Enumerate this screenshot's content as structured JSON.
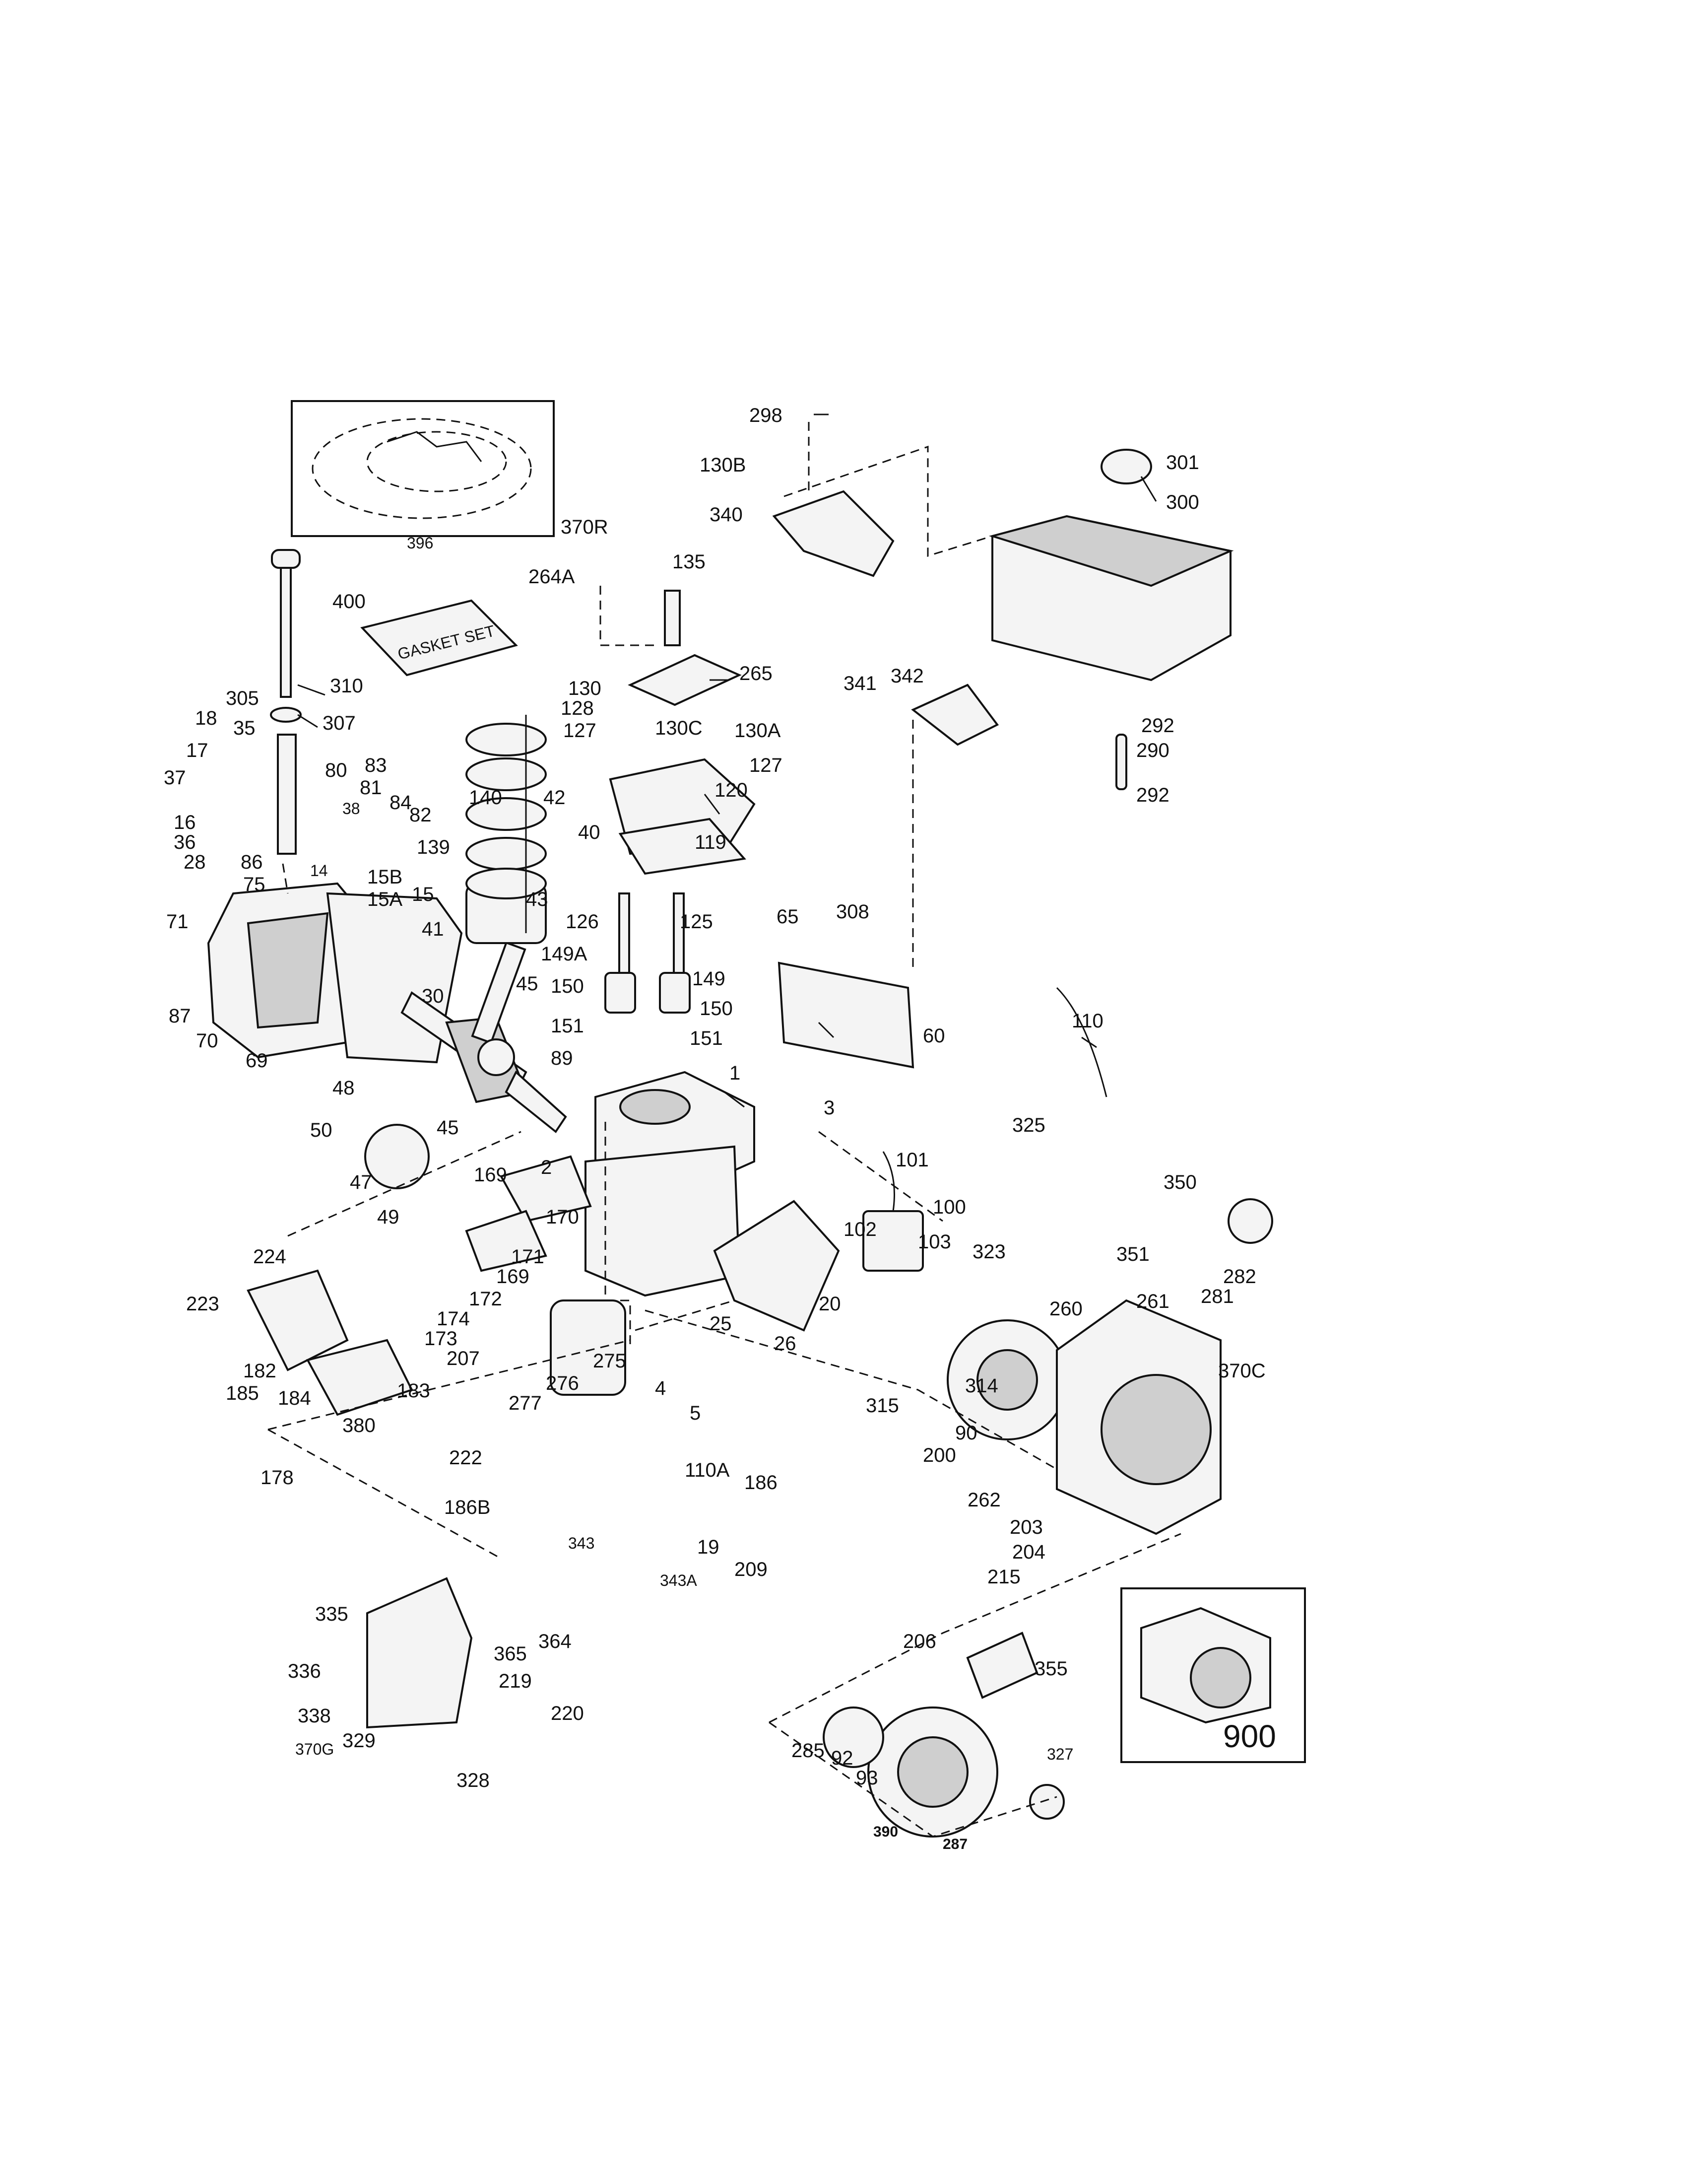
{
  "gasket_set_text": "GASKET SET",
  "labels": {
    "l1": "1",
    "l2": "2",
    "l3": "3",
    "l4": "4",
    "l5": "5",
    "l14": "14",
    "l15": "15",
    "l15A": "15A",
    "l15B": "15B",
    "l16": "16",
    "l17": "17",
    "l18": "18",
    "l19": "19",
    "l20": "20",
    "l25": "25",
    "l26": "26",
    "l28": "28",
    "l30": "30",
    "l35": "35",
    "l36": "36",
    "l37": "37",
    "l38": "38",
    "l40": "40",
    "l41": "41",
    "l42": "42",
    "l43": "43",
    "l45a": "45",
    "l45b": "45",
    "l47": "47",
    "l48": "48",
    "l49": "49",
    "l50": "50",
    "l60": "60",
    "l65": "65",
    "l69": "69",
    "l70": "70",
    "l71": "71",
    "l75": "75",
    "l80": "80",
    "l81": "81",
    "l82": "82",
    "l83": "83",
    "l84": "84",
    "l86": "86",
    "l87": "87",
    "l89": "89",
    "l90": "90",
    "l92": "92",
    "l93": "93",
    "l100": "100",
    "l101": "101",
    "l102": "102",
    "l103": "103",
    "l110": "110",
    "l110A": "110A",
    "l119": "119",
    "l120": "120",
    "l125": "125",
    "l126": "126",
    "l127a": "127",
    "l127b": "127",
    "l128": "128",
    "l130": "130",
    "l130A": "130A",
    "l130B": "130B",
    "l130C": "130C",
    "l135": "135",
    "l139": "139",
    "l140": "140",
    "l149": "149",
    "l149A": "149A",
    "l150a": "150",
    "l150b": "150",
    "l151a": "151",
    "l151b": "151",
    "l169a": "169",
    "l169b": "169",
    "l170": "170",
    "l171": "171",
    "l172": "172",
    "l173": "173",
    "l174": "174",
    "l178": "178",
    "l182": "182",
    "l183": "183",
    "l184": "184",
    "l185": "185",
    "l186": "186",
    "l186B": "186B",
    "l200": "200",
    "l203": "203",
    "l204": "204",
    "l206": "206",
    "l207": "207",
    "l209": "209",
    "l215": "215",
    "l219": "219",
    "l220": "220",
    "l222": "222",
    "l223": "223",
    "l224": "224",
    "l260": "260",
    "l261": "261",
    "l262": "262",
    "l264A": "264A",
    "l265": "265",
    "l275": "275",
    "l276": "276",
    "l277": "277",
    "l281": "281",
    "l282": "282",
    "l285": "285",
    "l287": "287",
    "l290": "290",
    "l292a": "292",
    "l292b": "292",
    "l298": "298",
    "l300": "300",
    "l301": "301",
    "l305": "305",
    "l307": "307",
    "l308": "308",
    "l310": "310",
    "l314": "314",
    "l315": "315",
    "l323": "323",
    "l325": "325",
    "l327": "327",
    "l328": "328",
    "l329": "329",
    "l335": "335",
    "l336": "336",
    "l338": "338",
    "l340": "340",
    "l341": "341",
    "l342": "342",
    "l343": "343",
    "l343A": "343A",
    "l350": "350",
    "l351": "351",
    "l355": "355",
    "l364": "364",
    "l365": "365",
    "l370C": "370C",
    "l370G": "370G",
    "l370R": "370R",
    "l380": "380",
    "l390": "390",
    "l396": "396",
    "l400": "400",
    "l900": "900"
  }
}
